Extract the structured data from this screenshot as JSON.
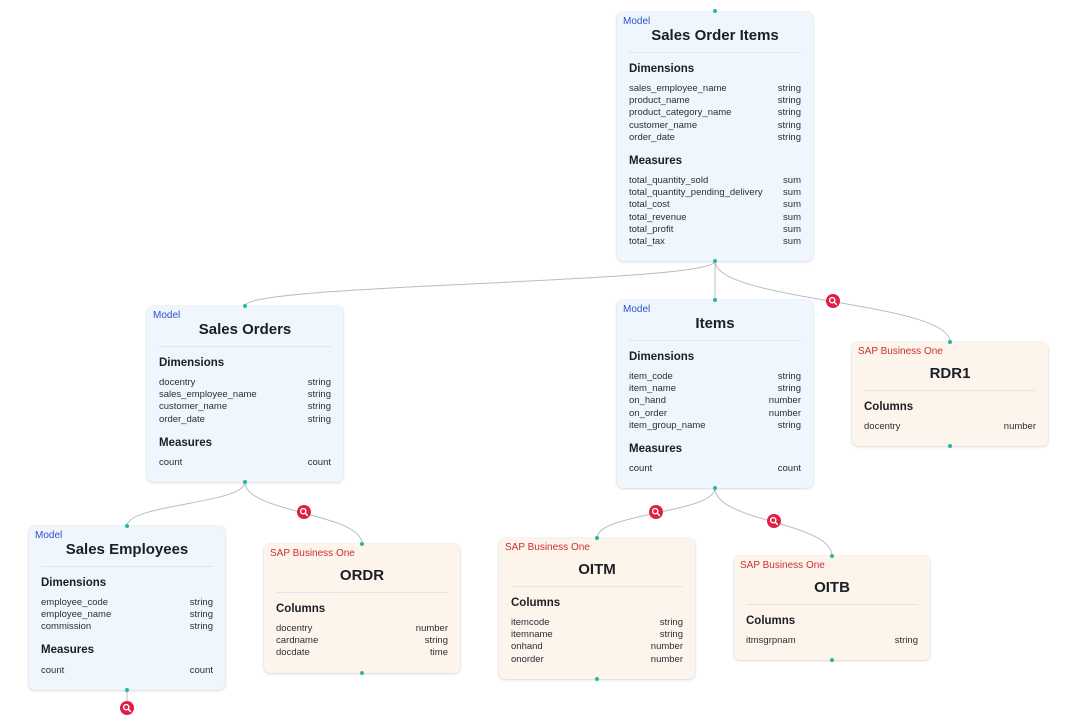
{
  "models": {
    "sales_order_items": {
      "tag": "Model",
      "title": "Sales Order Items",
      "dim_label": "Dimensions",
      "mea_label": "Measures",
      "dimensions": [
        {
          "name": "sales_employee_name",
          "type": "string"
        },
        {
          "name": "product_name",
          "type": "string"
        },
        {
          "name": "product_category_name",
          "type": "string"
        },
        {
          "name": "customer_name",
          "type": "string"
        },
        {
          "name": "order_date",
          "type": "string"
        }
      ],
      "measures": [
        {
          "name": "total_quantity_sold",
          "type": "sum"
        },
        {
          "name": "total_quantity_pending_delivery",
          "type": "sum"
        },
        {
          "name": "total_cost",
          "type": "sum"
        },
        {
          "name": "total_revenue",
          "type": "sum"
        },
        {
          "name": "total_profit",
          "type": "sum"
        },
        {
          "name": "total_tax",
          "type": "sum"
        }
      ]
    },
    "sales_orders": {
      "tag": "Model",
      "title": "Sales Orders",
      "dim_label": "Dimensions",
      "mea_label": "Measures",
      "dimensions": [
        {
          "name": "docentry",
          "type": "string"
        },
        {
          "name": "sales_employee_name",
          "type": "string"
        },
        {
          "name": "customer_name",
          "type": "string"
        },
        {
          "name": "order_date",
          "type": "string"
        }
      ],
      "measures": [
        {
          "name": "count",
          "type": "count"
        }
      ]
    },
    "items": {
      "tag": "Model",
      "title": "Items",
      "dim_label": "Dimensions",
      "mea_label": "Measures",
      "dimensions": [
        {
          "name": "item_code",
          "type": "string"
        },
        {
          "name": "item_name",
          "type": "string"
        },
        {
          "name": "on_hand",
          "type": "number"
        },
        {
          "name": "on_order",
          "type": "number"
        },
        {
          "name": "item_group_name",
          "type": "string"
        }
      ],
      "measures": [
        {
          "name": "count",
          "type": "count"
        }
      ]
    },
    "sales_employees": {
      "tag": "Model",
      "title": "Sales Employees",
      "dim_label": "Dimensions",
      "mea_label": "Measures",
      "dimensions": [
        {
          "name": "employee_code",
          "type": "string"
        },
        {
          "name": "employee_name",
          "type": "string"
        },
        {
          "name": "commission",
          "type": "string"
        }
      ],
      "measures": [
        {
          "name": "count",
          "type": "count"
        }
      ]
    }
  },
  "sources": {
    "rdr1": {
      "tag": "SAP Business One",
      "title": "RDR1",
      "col_label": "Columns",
      "columns": [
        {
          "name": "docentry",
          "type": "number"
        }
      ]
    },
    "ordr": {
      "tag": "SAP Business One",
      "title": "ORDR",
      "col_label": "Columns",
      "columns": [
        {
          "name": "docentry",
          "type": "number"
        },
        {
          "name": "cardname",
          "type": "string"
        },
        {
          "name": "docdate",
          "type": "time"
        }
      ]
    },
    "oitm": {
      "tag": "SAP Business One",
      "title": "OITM",
      "col_label": "Columns",
      "columns": [
        {
          "name": "itemcode",
          "type": "string"
        },
        {
          "name": "itemname",
          "type": "string"
        },
        {
          "name": "onhand",
          "type": "number"
        },
        {
          "name": "onorder",
          "type": "number"
        }
      ]
    },
    "oitb": {
      "tag": "SAP Business One",
      "title": "OITB",
      "col_label": "Columns",
      "columns": [
        {
          "name": "itmsgrpnam",
          "type": "string"
        }
      ]
    }
  },
  "colors": {
    "model_bg": "#eff6fd",
    "source_bg": "#fdf4ec",
    "model_tag": "#2b52c8",
    "source_tag": "#c8322f",
    "edge": "#b8bdc4",
    "handle": "#2bb5a3",
    "search_badge": "#e11d48"
  },
  "icons": {
    "search_badge": "magnifier-icon"
  }
}
